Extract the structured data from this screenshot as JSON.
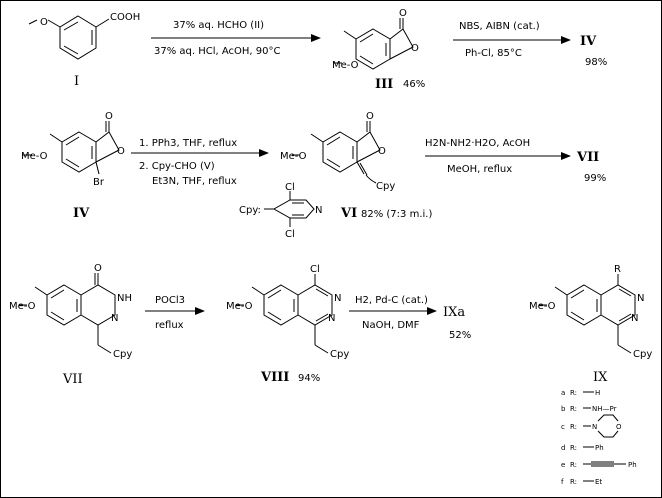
{
  "row1": {
    "cmpd_I": {
      "label": "I",
      "meo": "O",
      "cooh": "COOH"
    },
    "step1": {
      "top": "37% aq. HCHO  (II)",
      "bottom": "37% aq. HCl, AcOH, 90°C"
    },
    "cmpd_III": {
      "label": "III",
      "yield": "46%",
      "meo": "Me-O",
      "co": "O",
      "ring_o": "O"
    },
    "step2": {
      "top": "NBS, AIBN (cat.)",
      "bottom": "Ph-Cl, 85°C"
    },
    "product": {
      "label": "IV",
      "yield": "98%"
    }
  },
  "row2": {
    "cmpd_IV": {
      "label": "IV",
      "meo": "Me-O",
      "co": "O",
      "ring_o": "O",
      "br": "Br"
    },
    "step3": {
      "line1": "1. PPh3, THF, reflux",
      "line2": "2. Cpy-CHO (V)",
      "line3": "Et3N, THF, reflux"
    },
    "cpy_def": {
      "label": "Cpy:",
      "cl_top": "Cl",
      "cl_bottom": "Cl",
      "n": "N"
    },
    "cmpd_VI": {
      "label": "VI",
      "yield": "82% (7:3 m.i.)",
      "meo": "Me-O",
      "co": "O",
      "ring_o": "O",
      "cpy": "Cpy"
    },
    "step4": {
      "top": "H2N-NH2·H2O, AcOH",
      "bottom": "MeOH, reflux"
    },
    "product": {
      "label": "VII",
      "yield": "99%"
    }
  },
  "row3": {
    "cmpd_VII": {
      "label": "VII",
      "meo": "Me-O",
      "co": "O",
      "nh": "NH",
      "n": "N",
      "cpy": "Cpy"
    },
    "step5": {
      "top": "POCl3",
      "bottom": "reflux"
    },
    "cmpd_VIII": {
      "label": "VIII",
      "yield": "94%",
      "meo": "Me-O",
      "cl": "Cl",
      "n1": "N",
      "n2": "N",
      "cpy": "Cpy"
    },
    "step6": {
      "top": "H2, Pd-C (cat.)",
      "bottom": "NaOH, DMF"
    },
    "product": {
      "label": "IXa",
      "yield": "52%"
    },
    "cmpd_IX": {
      "label": "IX",
      "meo": "Me-O",
      "r": "R",
      "n1": "N",
      "n2": "N",
      "cpy": "Cpy"
    }
  },
  "legend": [
    {
      "letter": "a",
      "r": "R:",
      "group": "H"
    },
    {
      "letter": "b",
      "r": "R:",
      "group": "NH—Pr"
    },
    {
      "letter": "c",
      "r": "R:",
      "group": "N",
      "extra": "O"
    },
    {
      "letter": "d",
      "r": "R:",
      "group": "Ph"
    },
    {
      "letter": "e",
      "r": "R:",
      "group": "Ph"
    },
    {
      "letter": "f",
      "r": "R:",
      "group": "Et"
    }
  ]
}
